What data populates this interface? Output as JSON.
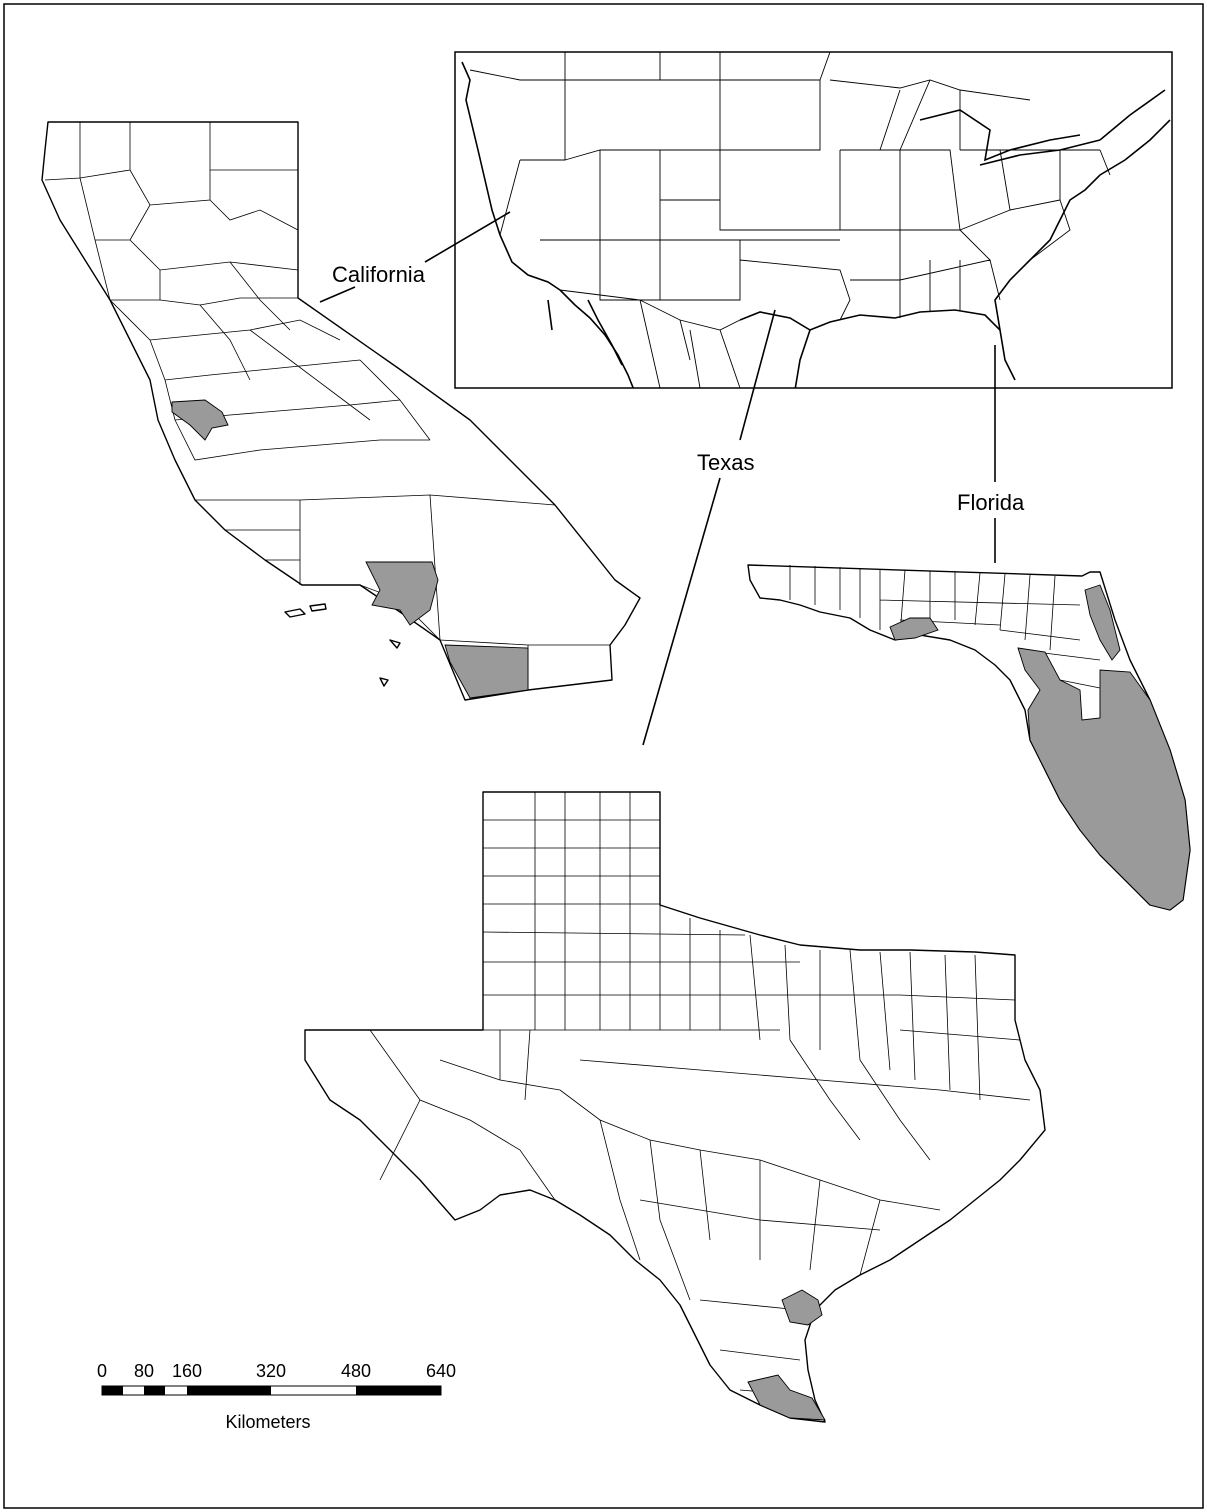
{
  "labels": {
    "california": "California",
    "texas": "Texas",
    "florida": "Florida"
  },
  "scale_bar": {
    "ticks": [
      "0",
      "80",
      "160",
      "320",
      "480",
      "640"
    ],
    "unit": "Kilometers"
  },
  "colors": {
    "highlight": "#9a9a9a",
    "outline": "#000000",
    "background": "#ffffff"
  }
}
